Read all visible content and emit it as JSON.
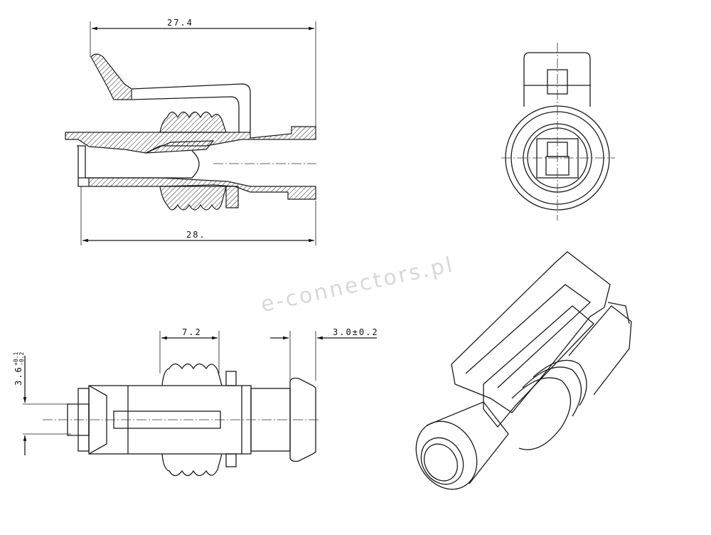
{
  "drawing": {
    "views": [
      "side-section",
      "front",
      "side",
      "isometric"
    ],
    "dimensions": {
      "overall_top": "27.4",
      "overall_bottom": "28.",
      "seal_width": "7.2",
      "flange": "3.0±0.2",
      "height_value": "3.6",
      "height_tol_plus": "+0.1",
      "height_tol_minus": "-0.2"
    },
    "watermark": "e-connectors.pl",
    "line_color": "#1a1a1a"
  }
}
